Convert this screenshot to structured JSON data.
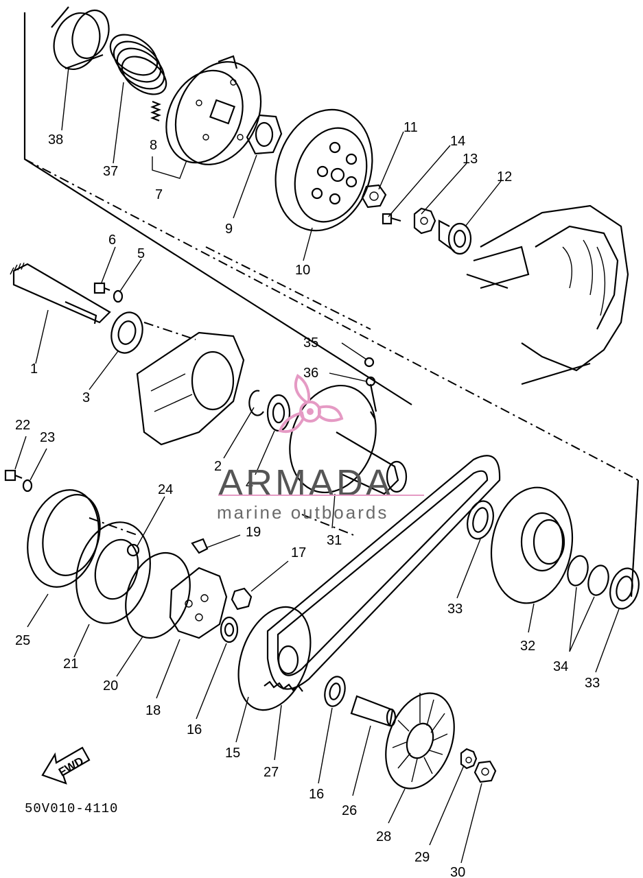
{
  "diagram": {
    "drawing_code": "50V010-4110",
    "direction_arrow_text": "FWD",
    "watermark": {
      "brand": "ARMADA",
      "tagline": "marine outboards",
      "accent_color": "#e59ac4",
      "text_color": "#555555"
    },
    "part_labels": {
      "p1": "1",
      "p2": "2",
      "p3": "3",
      "p4": "4",
      "p5": "5",
      "p6": "6",
      "p7": "7",
      "p8": "8",
      "p9": "9",
      "p10": "10",
      "p11": "11",
      "p12": "12",
      "p13": "13",
      "p14": "14",
      "p15": "15",
      "p16a": "16",
      "p16b": "16",
      "p17": "17",
      "p18": "18",
      "p19": "19",
      "p20": "20",
      "p21": "21",
      "p22": "22",
      "p23": "23",
      "p24": "24",
      "p25": "25",
      "p26": "26",
      "p27": "27",
      "p28": "28",
      "p29": "29",
      "p30": "30",
      "p31": "31",
      "p32": "32",
      "p33a": "33",
      "p33b": "33",
      "p34": "34",
      "p35": "35",
      "p36": "36",
      "p37": "37",
      "p38": "38"
    }
  }
}
